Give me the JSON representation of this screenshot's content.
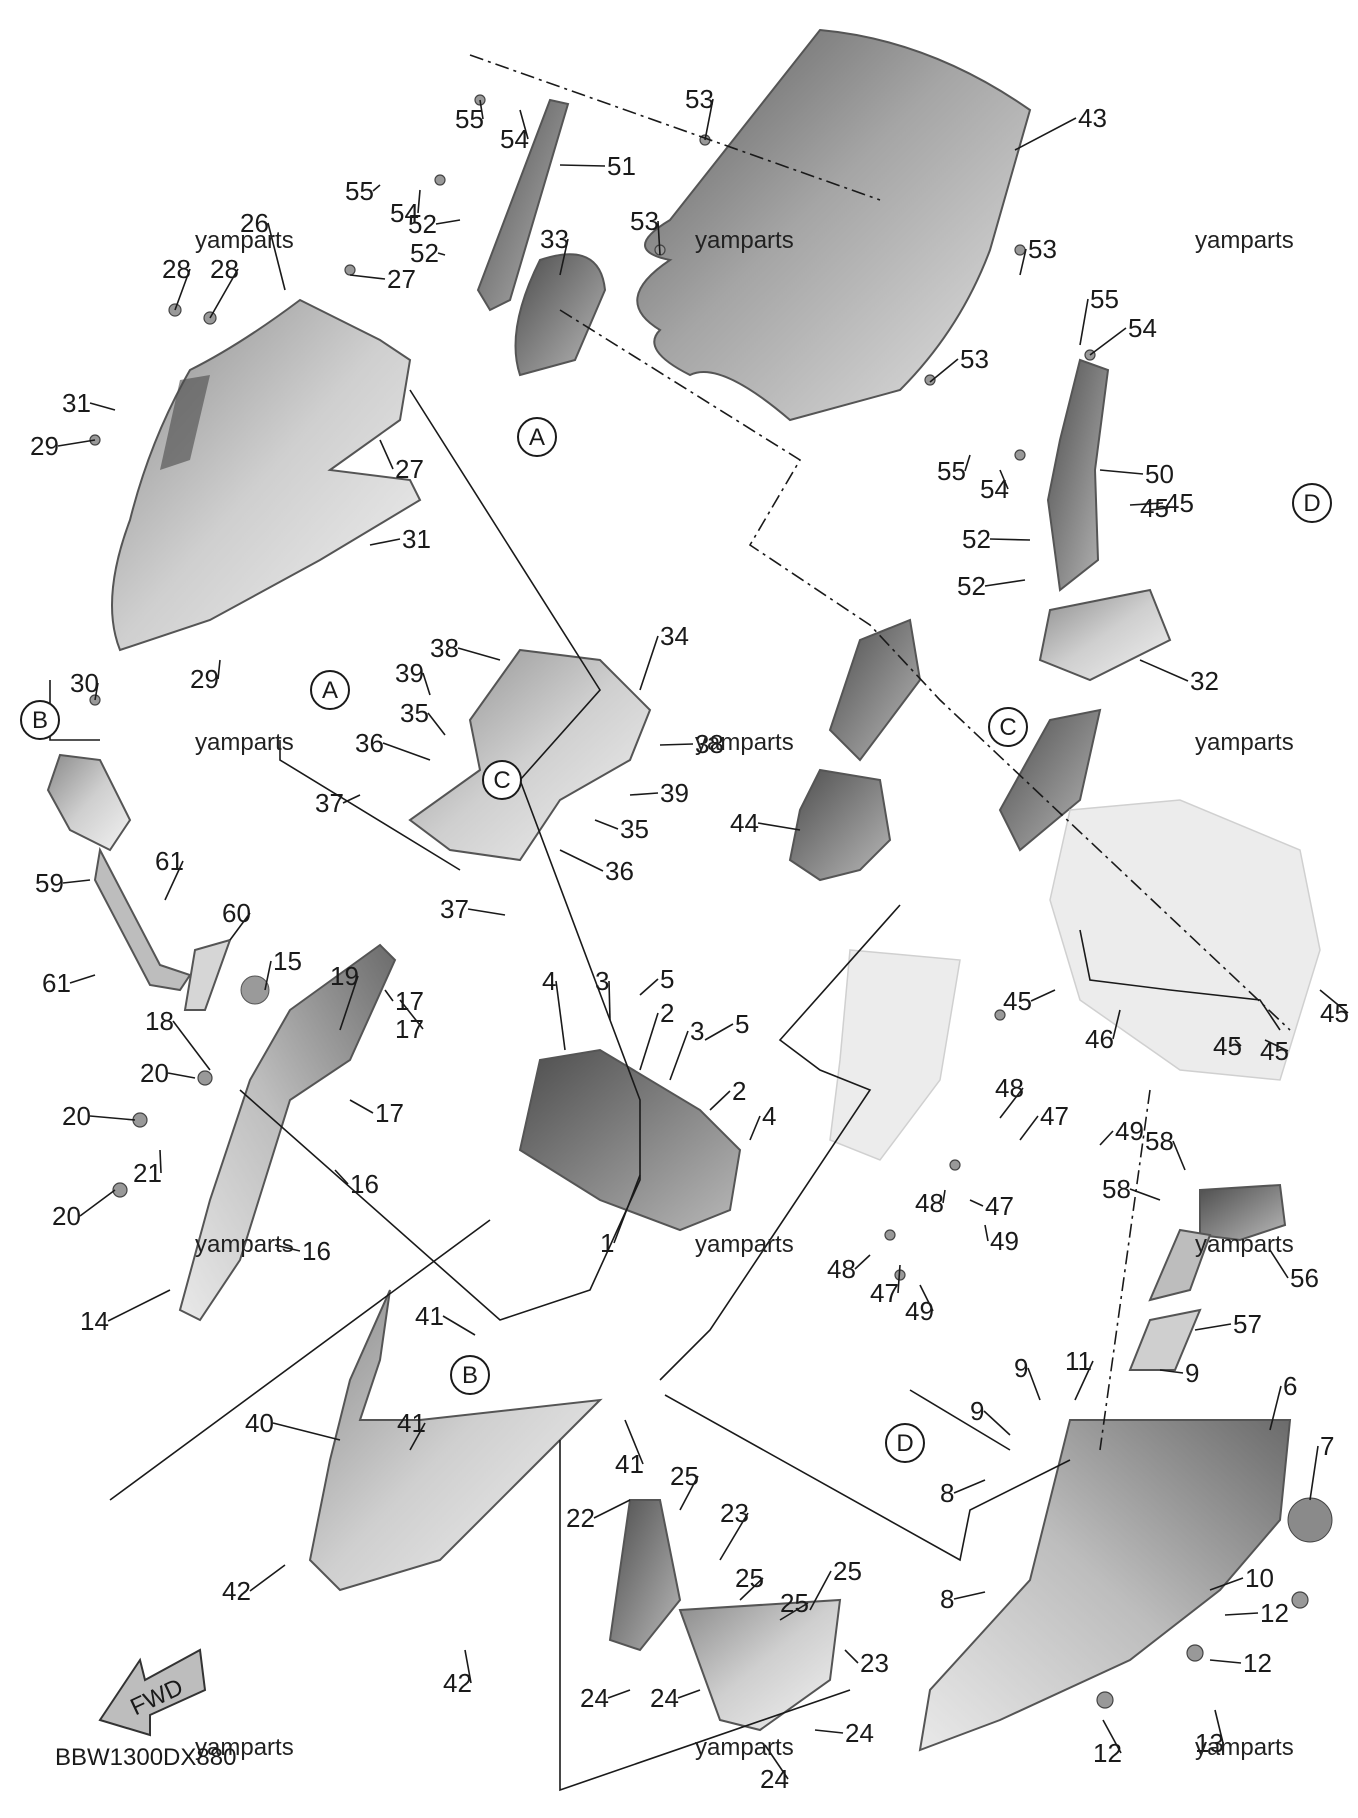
{
  "diagram": {
    "code": "BBW1300DX880",
    "watermark": "yamparts",
    "direction_label": "FWD",
    "callouts": [
      {
        "id": "c1",
        "label": "1"
      },
      {
        "id": "c2a",
        "label": "2"
      },
      {
        "id": "c2b",
        "label": "2"
      },
      {
        "id": "c3a",
        "label": "3"
      },
      {
        "id": "c3b",
        "label": "3"
      },
      {
        "id": "c4a",
        "label": "4"
      },
      {
        "id": "c4b",
        "label": "4"
      },
      {
        "id": "c5a",
        "label": "5"
      },
      {
        "id": "c5b",
        "label": "5"
      },
      {
        "id": "c6",
        "label": "6"
      },
      {
        "id": "c7",
        "label": "7"
      },
      {
        "id": "c8a",
        "label": "8"
      },
      {
        "id": "c8b",
        "label": "8"
      },
      {
        "id": "c9a",
        "label": "9"
      },
      {
        "id": "c9b",
        "label": "9"
      },
      {
        "id": "c9c",
        "label": "9"
      },
      {
        "id": "c10",
        "label": "10"
      },
      {
        "id": "c11",
        "label": "11"
      },
      {
        "id": "c12a",
        "label": "12"
      },
      {
        "id": "c12b",
        "label": "12"
      },
      {
        "id": "c12c",
        "label": "12"
      },
      {
        "id": "c13",
        "label": "13"
      },
      {
        "id": "c14",
        "label": "14"
      },
      {
        "id": "c15",
        "label": "15"
      },
      {
        "id": "c16a",
        "label": "16"
      },
      {
        "id": "c16b",
        "label": "16"
      },
      {
        "id": "c17a",
        "label": "17"
      },
      {
        "id": "c17b",
        "label": "17"
      },
      {
        "id": "c17c",
        "label": "17"
      },
      {
        "id": "c18",
        "label": "18"
      },
      {
        "id": "c19",
        "label": "19"
      },
      {
        "id": "c20a",
        "label": "20"
      },
      {
        "id": "c20b",
        "label": "20"
      },
      {
        "id": "c20c",
        "label": "20"
      },
      {
        "id": "c21",
        "label": "21"
      },
      {
        "id": "c22",
        "label": "22"
      },
      {
        "id": "c23a",
        "label": "23"
      },
      {
        "id": "c23b",
        "label": "23"
      },
      {
        "id": "c24a",
        "label": "24"
      },
      {
        "id": "c24b",
        "label": "24"
      },
      {
        "id": "c24c",
        "label": "24"
      },
      {
        "id": "c24d",
        "label": "24"
      },
      {
        "id": "c25a",
        "label": "25"
      },
      {
        "id": "c25b",
        "label": "25"
      },
      {
        "id": "c25c",
        "label": "25"
      },
      {
        "id": "c25d",
        "label": "25"
      },
      {
        "id": "c26",
        "label": "26"
      },
      {
        "id": "c27a",
        "label": "27"
      },
      {
        "id": "c27b",
        "label": "27"
      },
      {
        "id": "c28a",
        "label": "28"
      },
      {
        "id": "c28b",
        "label": "28"
      },
      {
        "id": "c29a",
        "label": "29"
      },
      {
        "id": "c29b",
        "label": "29"
      },
      {
        "id": "c30",
        "label": "30"
      },
      {
        "id": "c31a",
        "label": "31"
      },
      {
        "id": "c31b",
        "label": "31"
      },
      {
        "id": "c32",
        "label": "32"
      },
      {
        "id": "c33",
        "label": "33"
      },
      {
        "id": "c34",
        "label": "34"
      },
      {
        "id": "c35a",
        "label": "35"
      },
      {
        "id": "c35b",
        "label": "35"
      },
      {
        "id": "c36a",
        "label": "36"
      },
      {
        "id": "c36b",
        "label": "36"
      },
      {
        "id": "c37a",
        "label": "37"
      },
      {
        "id": "c37b",
        "label": "37"
      },
      {
        "id": "c38a",
        "label": "38"
      },
      {
        "id": "c38b",
        "label": "38"
      },
      {
        "id": "c39a",
        "label": "39"
      },
      {
        "id": "c39b",
        "label": "39"
      },
      {
        "id": "c40",
        "label": "40"
      },
      {
        "id": "c41a",
        "label": "41"
      },
      {
        "id": "c41b",
        "label": "41"
      },
      {
        "id": "c41c",
        "label": "41"
      },
      {
        "id": "c42a",
        "label": "42"
      },
      {
        "id": "c42b",
        "label": "42"
      },
      {
        "id": "c43",
        "label": "43"
      },
      {
        "id": "c44",
        "label": "44"
      },
      {
        "id": "c45a",
        "label": "45"
      },
      {
        "id": "c45b",
        "label": "45"
      },
      {
        "id": "c45c",
        "label": "45"
      },
      {
        "id": "c45d",
        "label": "45"
      },
      {
        "id": "c45e",
        "label": "45"
      },
      {
        "id": "c45f",
        "label": "45"
      },
      {
        "id": "c46",
        "label": "46"
      },
      {
        "id": "c47a",
        "label": "47"
      },
      {
        "id": "c47b",
        "label": "47"
      },
      {
        "id": "c47c",
        "label": "47"
      },
      {
        "id": "c48a",
        "label": "48"
      },
      {
        "id": "c48b",
        "label": "48"
      },
      {
        "id": "c48c",
        "label": "48"
      },
      {
        "id": "c49a",
        "label": "49"
      },
      {
        "id": "c49b",
        "label": "49"
      },
      {
        "id": "c49c",
        "label": "49"
      },
      {
        "id": "c50",
        "label": "50"
      },
      {
        "id": "c51",
        "label": "51"
      },
      {
        "id": "c52a",
        "label": "52"
      },
      {
        "id": "c52b",
        "label": "52"
      },
      {
        "id": "c52c",
        "label": "52"
      },
      {
        "id": "c52d",
        "label": "52"
      },
      {
        "id": "c53a",
        "label": "53"
      },
      {
        "id": "c53b",
        "label": "53"
      },
      {
        "id": "c53c",
        "label": "53"
      },
      {
        "id": "c53d",
        "label": "53"
      },
      {
        "id": "c54a",
        "label": "54"
      },
      {
        "id": "c54b",
        "label": "54"
      },
      {
        "id": "c54c",
        "label": "54"
      },
      {
        "id": "c54d",
        "label": "54"
      },
      {
        "id": "c55a",
        "label": "55"
      },
      {
        "id": "c55b",
        "label": "55"
      },
      {
        "id": "c55c",
        "label": "55"
      },
      {
        "id": "c55d",
        "label": "55"
      },
      {
        "id": "c56",
        "label": "56"
      },
      {
        "id": "c57",
        "label": "57"
      },
      {
        "id": "c58a",
        "label": "58"
      },
      {
        "id": "c58b",
        "label": "58"
      },
      {
        "id": "c59",
        "label": "59"
      },
      {
        "id": "c60",
        "label": "60"
      },
      {
        "id": "c61a",
        "label": "61"
      },
      {
        "id": "c61b",
        "label": "61"
      }
    ],
    "refs": [
      {
        "id": "rA1",
        "label": "A"
      },
      {
        "id": "rA2",
        "label": "A"
      },
      {
        "id": "rB1",
        "label": "B"
      },
      {
        "id": "rB2",
        "label": "B"
      },
      {
        "id": "rC1",
        "label": "C"
      },
      {
        "id": "rC2",
        "label": "C"
      },
      {
        "id": "rD1",
        "label": "D"
      },
      {
        "id": "rD2",
        "label": "D"
      }
    ]
  }
}
